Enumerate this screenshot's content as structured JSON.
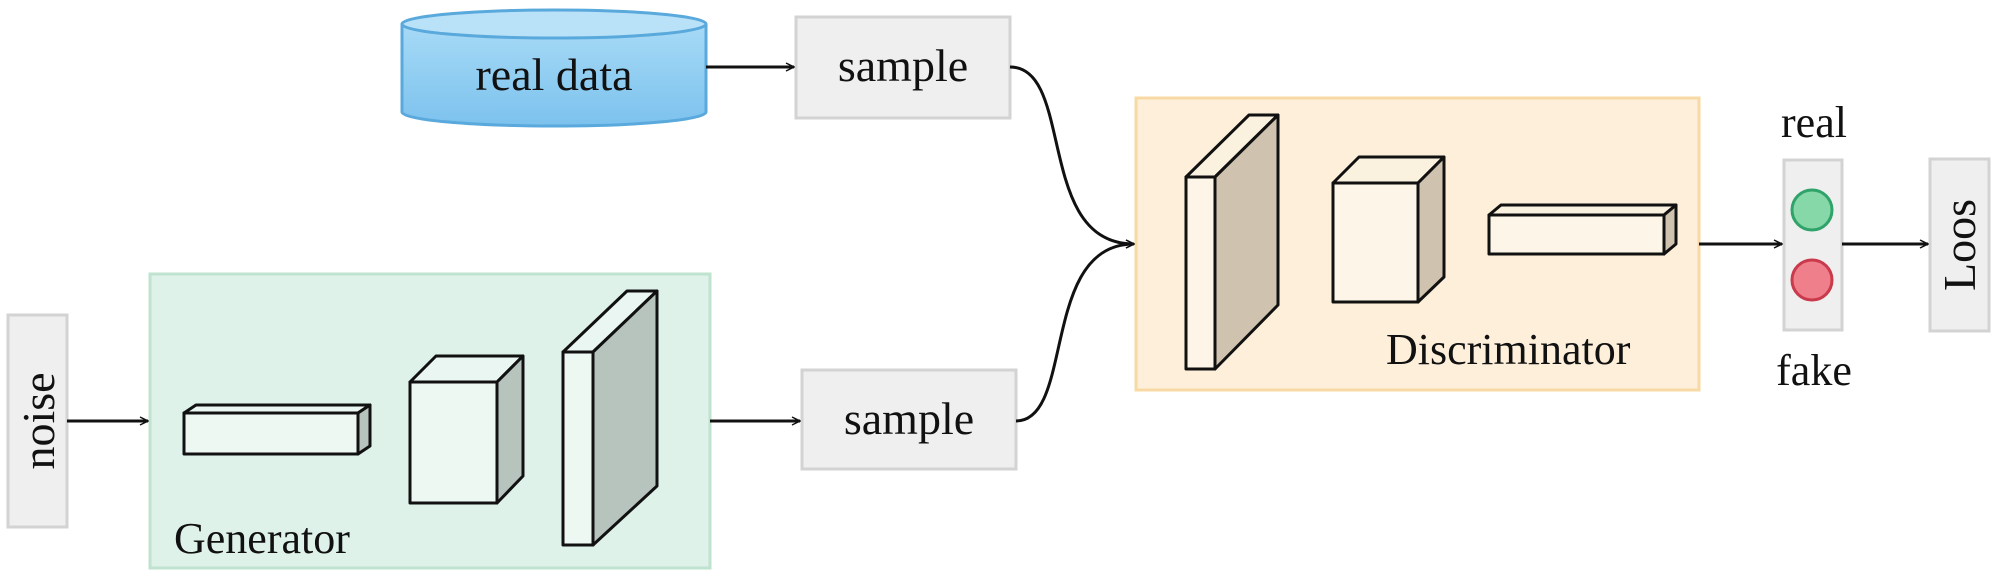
{
  "nodes": {
    "real_data": {
      "label": "real data"
    },
    "sample_top": {
      "label": "sample"
    },
    "sample_bottom": {
      "label": "sample"
    },
    "noise": {
      "label": "noise"
    },
    "generator": {
      "label": "Generator"
    },
    "discriminator": {
      "label": "Discriminator"
    },
    "output": {
      "real_label": "real",
      "fake_label": "fake"
    },
    "loss": {
      "label": "Loos"
    }
  },
  "colors": {
    "database_fill": "#8ecdf1",
    "database_stroke": "#5aa9dc",
    "generator_panel": "#dff2ea",
    "generator_panel_border": "#bfe3cf",
    "discriminator_panel": "#fdefd9",
    "discriminator_panel_border": "#f7d9a6",
    "box_fill": "#efefef",
    "box_border": "#d3d3d3",
    "real_indicator": "#86d8a8",
    "fake_indicator": "#ef7f8b"
  }
}
